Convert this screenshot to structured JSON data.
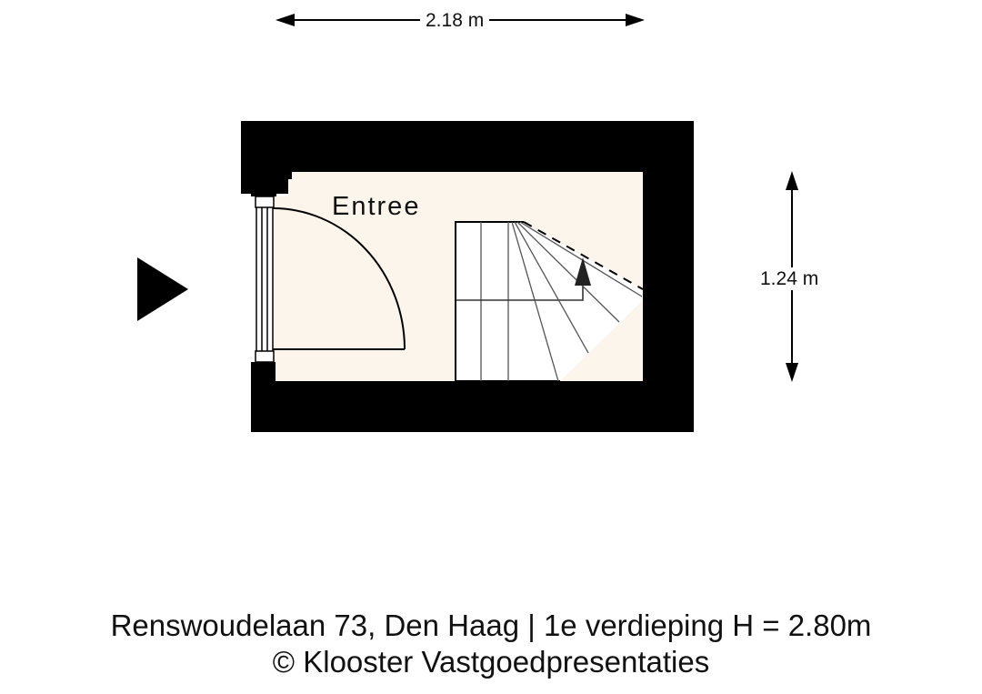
{
  "floorplan": {
    "room": {
      "name": "Entree",
      "floor_color": "#fcf5ec"
    },
    "dimensions": {
      "width": "2.18 m",
      "height": "1.24 m"
    },
    "entrance_marker": "entrance-arrow",
    "wall_color": "#000000",
    "stair_color": "#ffffff"
  },
  "caption": {
    "line1": "Renswoudelaan 73, Den Haag | 1e verdieping H = 2.80m",
    "line2": "© Klooster Vastgoedpresentaties"
  }
}
